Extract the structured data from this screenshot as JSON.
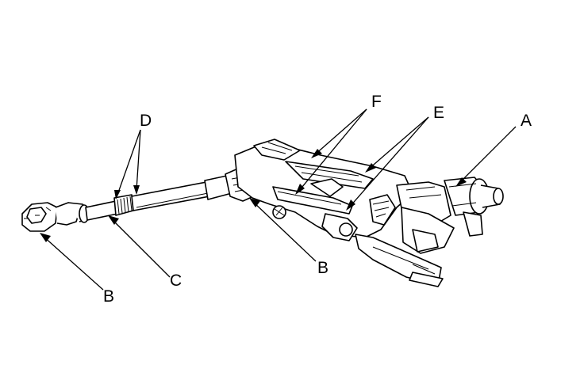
{
  "labels": {
    "a": "A",
    "b_left": "B",
    "b_mid": "B",
    "c": "C",
    "d": "D",
    "e": "E",
    "f": "F"
  },
  "colors": {
    "ink": "#000000",
    "background": "#ffffff"
  }
}
